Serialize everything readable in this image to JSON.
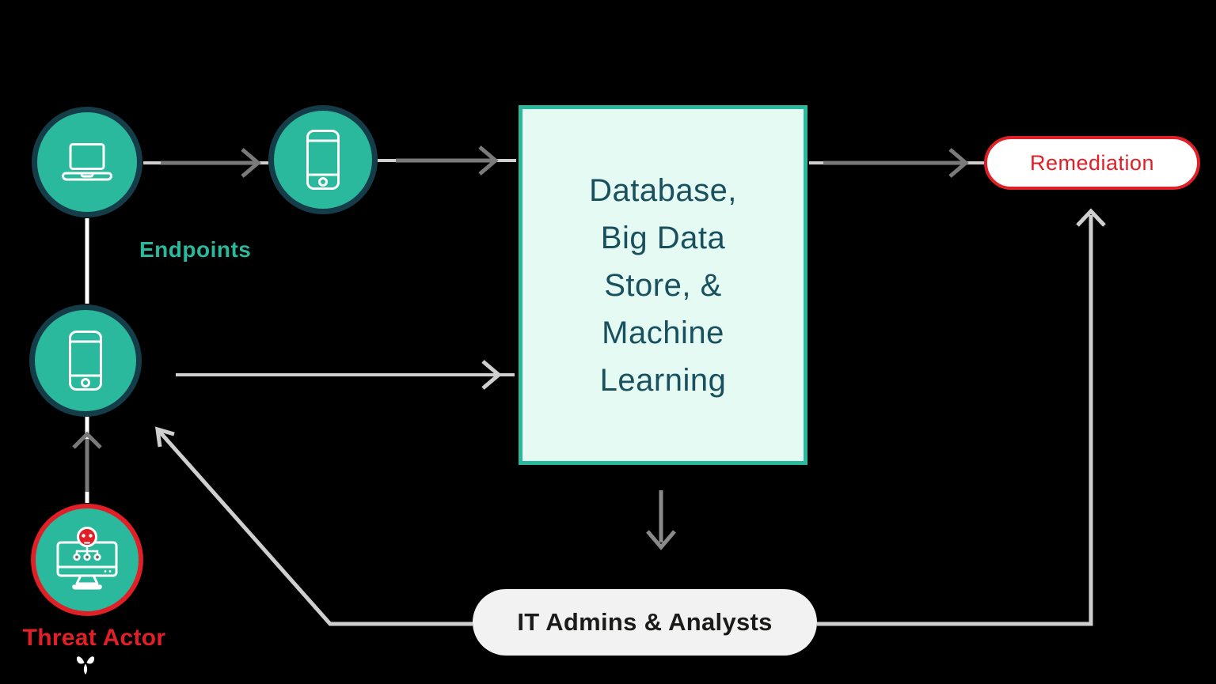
{
  "diagram": {
    "title_note": "EDR data-flow diagram",
    "background": "#000000",
    "labels": {
      "endpoints": "Endpoints",
      "threat_actor": "Threat Actor"
    },
    "database_box": {
      "lines": [
        "Database,",
        "Big Data",
        "Store, &",
        "Machine",
        "Learning"
      ]
    },
    "remediation": {
      "label": "Remediation"
    },
    "it_admins": {
      "label": "IT Admins & Analysts"
    },
    "icons": {
      "laptop": "laptop-icon",
      "phone_top": "smartphone-icon",
      "phone_middle": "smartphone-icon",
      "threat_actor": "infected-computer-icon",
      "watermark": "butterfly-glyph"
    },
    "colors": {
      "teal": "#2ab99c",
      "circle_border": "#143c49",
      "mint_box_bg": "#e4faf3",
      "box_border": "#2ab99c",
      "box_text": "#19505e",
      "red": "#e01f26",
      "it_pill_bg": "#f2f2f2",
      "it_pill_text": "#1b1b19",
      "arrow_dark": "#7a7a7a",
      "arrow_medium": "#8a8a8a",
      "arrow_light": "#cfcfcf",
      "connector_white": "#ffffff"
    }
  }
}
